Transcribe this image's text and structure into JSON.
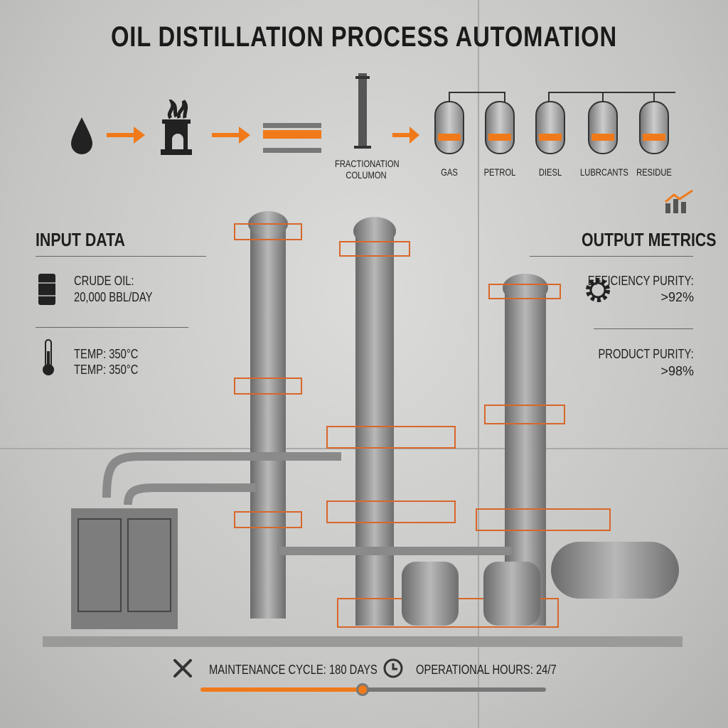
{
  "title": "OIL DISTILLATION PROCESS AUTOMATION",
  "flow": {
    "column_label_1": "FRACTIONATION",
    "column_label_2": "COLUMON",
    "products": [
      "GAS",
      "PETROL",
      "DIESL",
      "LUBRCANTS",
      "RESIDUE"
    ],
    "accent": "#f07a1a"
  },
  "input": {
    "heading": "INPUT DATA",
    "crude_label": "CRUDE OIL:",
    "crude_value": "20,000 BBL/DAY",
    "temp_1": "TEMP: 350°C",
    "temp_2": "TEMP: 350°C"
  },
  "output": {
    "heading": "OUTPUT METRICS",
    "efficiency_label": "EFFICIENCY PURITY:",
    "efficiency_value": ">92%",
    "purity_label": "PRODUCT PURITY:",
    "purity_value": ">98%"
  },
  "footer": {
    "maintenance": "MAINTENANCE CYCLE: 180 DAYS",
    "hours": "OPERATIONAL HOURS: 24/7",
    "progress_percent": 47
  },
  "icons": [
    "oil-drop-icon",
    "furnace-icon",
    "arrow-right-icon",
    "barrel-icon",
    "thermometer-icon",
    "gear-icon",
    "growth-chart-icon",
    "wrench-icon",
    "clock-icon"
  ]
}
